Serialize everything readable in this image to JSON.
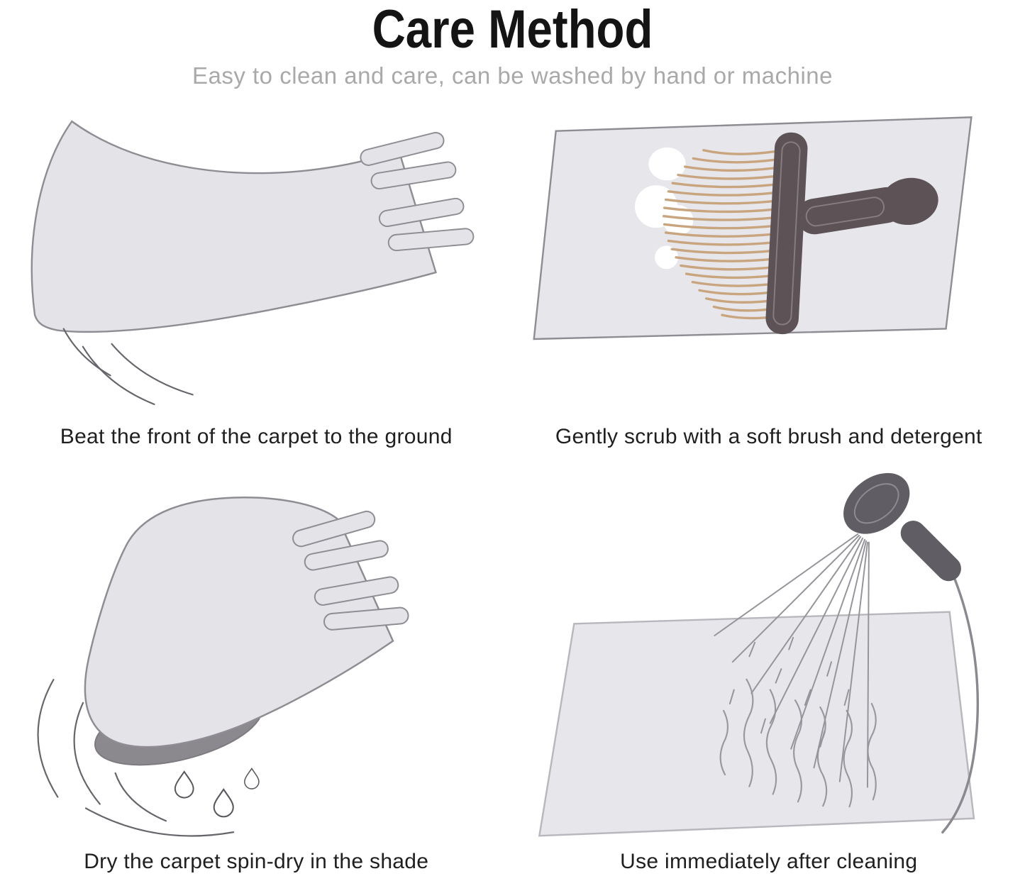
{
  "header": {
    "title": "Care Method",
    "subtitle": "Easy to clean and care, can be washed by hand or machine"
  },
  "panels": [
    {
      "caption": "Beat the front of the carpet to the ground"
    },
    {
      "caption": "Gently scrub with a soft brush and detergent"
    },
    {
      "caption": "Dry the carpet spin-dry in the shade"
    },
    {
      "caption": "Use immediately after cleaning"
    }
  ],
  "colors": {
    "carpet": "#e4e3e7",
    "carpet_outline": "#8f8d93",
    "mat": "#e7e6ea",
    "underside": "#8b888e",
    "brush": "#5d5356",
    "bristle": "#c8a57e",
    "foam": "#ffffff",
    "shower": "#605d64",
    "line": "#67656b",
    "water_line": "#9a989e",
    "title_text": "#141414",
    "subtitle_text": "#a9a9a9",
    "caption_text": "#1f1f1f"
  }
}
